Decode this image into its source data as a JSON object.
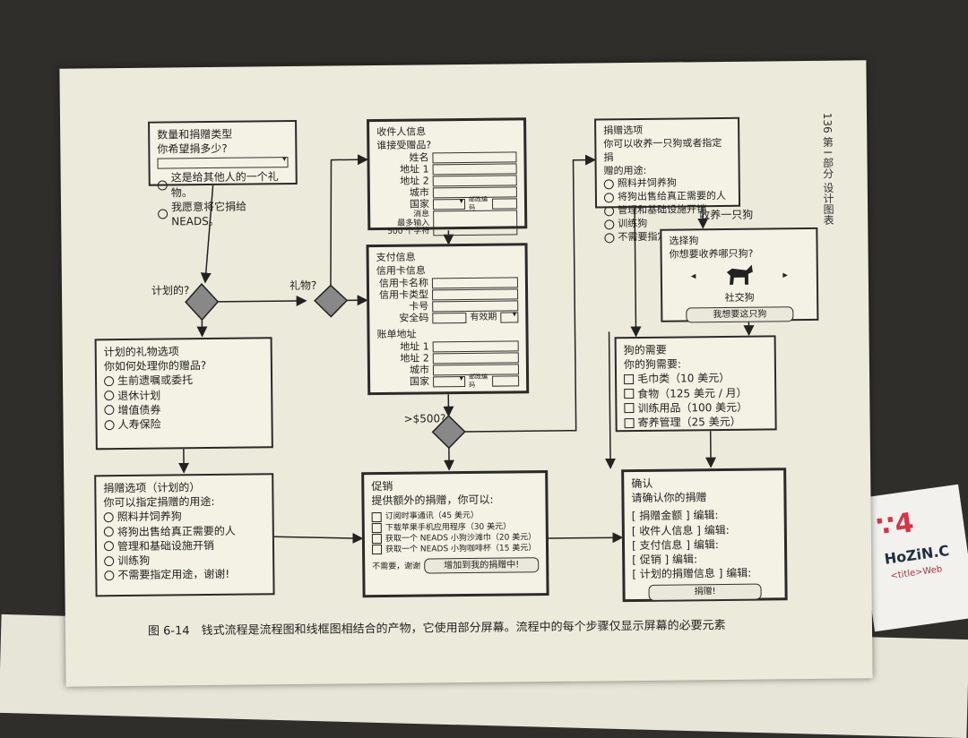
{
  "header": "第 I 部分 设计图表",
  "page_number": "136",
  "caption": "图 6-14　钱式流程是流程图和线框图相结合的产物，它使用部分屏幕。流程中的每个步骤仅显示屏幕的必要元素",
  "labels": {
    "plan": "计划的?",
    "gift": "礼物?",
    "over500": ">$500?",
    "adopt_dog": "收养一只狗"
  },
  "box_amount": {
    "title1": "数量和捐赠类型",
    "title2": "你希望捐多少?",
    "options": [
      "这是给其他人的一个礼物。",
      "我愿意将它捐给 NEADS。"
    ]
  },
  "box_recipient": {
    "title1": "收件人信息",
    "title2": "谁接受赠品?",
    "fields": [
      "姓名",
      "地址 1",
      "地址 2",
      "城市"
    ],
    "country": "国家",
    "postal": "邮政编码",
    "message": "消息",
    "message_hint1": "最多输入",
    "message_hint2": "500 个字符"
  },
  "box_payment": {
    "title1": "支付信息",
    "title2": "信用卡信息",
    "fields": [
      "信用卡名称",
      "信用卡类型",
      "卡号"
    ],
    "security": "安全码",
    "expiry": "有效期",
    "billing": "账单地址",
    "billing_fields": [
      "地址 1",
      "地址 2",
      "城市"
    ],
    "country": "国家",
    "postal": "邮政编码"
  },
  "box_designation_top": {
    "title1": "捐赠选项",
    "title2": "你可以收养一只狗或者指定捐",
    "title3": "赠的用途:",
    "options": [
      "照料并饲养狗",
      "将狗出售给真正需要的人",
      "管理和基础设施开销",
      "训练狗",
      "不需要指定用途，谢谢!"
    ]
  },
  "box_choose_dog": {
    "title1": "选择狗",
    "title2": "你想要收养哪只狗?",
    "dog_name": "社交狗",
    "button": "我想要这只狗"
  },
  "box_dog_needs": {
    "title1": "狗的需要",
    "title2": "你的狗需要:",
    "items": [
      "毛巾类（10 美元）",
      "食物（125 美元 / 月）",
      "训练用品（100 美元）",
      "寄养管理（25 美元）"
    ]
  },
  "box_planned": {
    "title1": "计划的礼物选项",
    "title2": "你如何处理你的赠品?",
    "options": [
      "生前遗嘱或委托",
      "退休计划",
      "增值债券",
      "人寿保险"
    ]
  },
  "box_designation_bottom": {
    "title1": "捐赠选项（计划的）",
    "title2": "你可以指定捐赠的用途:",
    "options": [
      "照料并饲养狗",
      "将狗出售给真正需要的人",
      "管理和基础设施开销",
      "训练狗",
      "不需要指定用途，谢谢!"
    ]
  },
  "box_promo": {
    "title1": "促销",
    "title2": "提供额外的捐赠，你可以:",
    "items": [
      "订阅时事通讯（45 美元）",
      "下载苹果手机应用程序（30 美元）",
      "获取一个 NEADS 小狗沙滩巾（20 美元）",
      "获取一个 NEADS 小狗咖啡杯（15 美元）"
    ],
    "no_thanks": "不需要，谢谢",
    "button": "增加到我的捐赠中!"
  },
  "box_confirm": {
    "title1": "确认",
    "title2": "请确认你的捐赠",
    "items": [
      "[ 捐赠金额 ] 编辑:",
      "[ 收件人信息 ] 编辑:",
      "[ 支付信息 ] 编辑:",
      "[ 促销 ] 编辑:",
      "[ 计划的捐赠信息 ] 编辑:"
    ],
    "button": "捐赠!"
  },
  "sticker": {
    "mark": "∵4",
    "brand": "HoZiN.C",
    "tag": "<title>Web"
  }
}
